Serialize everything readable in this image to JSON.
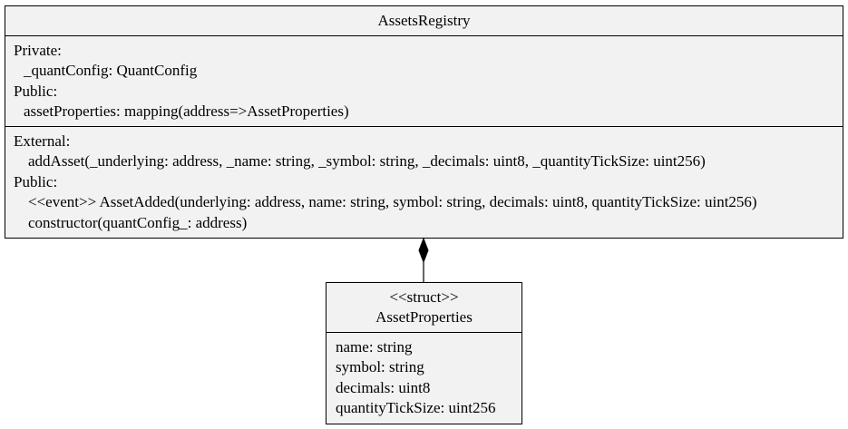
{
  "main_class": {
    "name": "AssetsRegistry",
    "attributes": [
      {
        "text": "Private:",
        "kind": "visibility"
      },
      {
        "text": "_quantConfig: QuantConfig",
        "kind": "member"
      },
      {
        "text": "Public:",
        "kind": "visibility"
      },
      {
        "text": "assetProperties: mapping(address=>AssetProperties)",
        "kind": "member"
      }
    ],
    "operations": [
      {
        "text": "External:",
        "kind": "visibility"
      },
      {
        "text": "addAsset(_underlying: address, _name: string, _symbol: string, _decimals: uint8, _quantityTickSize: uint256)",
        "kind": "member"
      },
      {
        "text": "Public:",
        "kind": "visibility"
      },
      {
        "text": "<<event>> AssetAdded(underlying: address, name: string, symbol: string, decimals: uint8, quantityTickSize: uint256)",
        "kind": "member"
      },
      {
        "text": "constructor(quantConfig_: address)",
        "kind": "member"
      }
    ]
  },
  "struct_class": {
    "stereotype": "<<struct>>",
    "name": "AssetProperties",
    "fields": [
      "name: string",
      "symbol: string",
      "decimals: uint8",
      "quantityTickSize: uint256"
    ]
  },
  "relationship": {
    "type": "composition",
    "from": "AssetsRegistry",
    "to": "AssetProperties"
  },
  "colors": {
    "class_fill": "#f2f2f2",
    "stroke": "#000000",
    "background": "#ffffff"
  }
}
